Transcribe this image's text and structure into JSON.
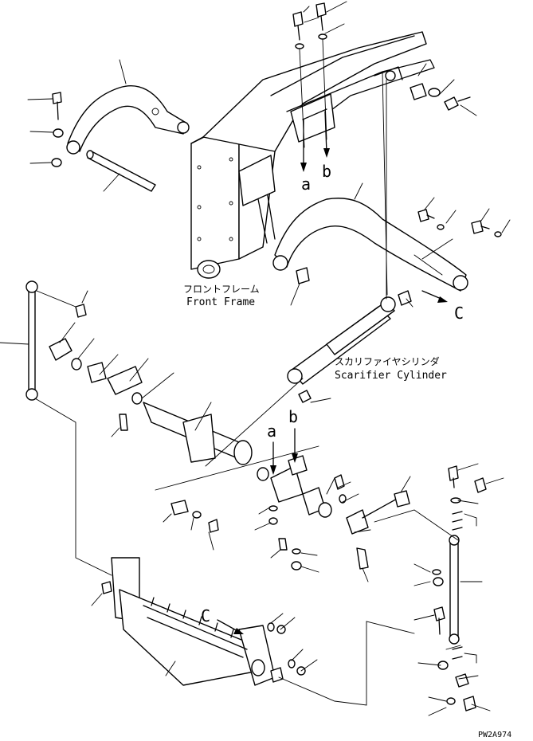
{
  "labels": {
    "front_frame_jp": "フロントフレーム",
    "front_frame_en": "Front Frame",
    "scarifier_jp": "スカリファイヤシリンダ",
    "scarifier_en": "Scarifier Cylinder",
    "ref_a_top": "a",
    "ref_b_top": "b",
    "ref_c_top": "C",
    "ref_a_mid": "a",
    "ref_b_mid": "b",
    "ref_c_bottom": "C",
    "drawing_code": "PW2A974"
  }
}
